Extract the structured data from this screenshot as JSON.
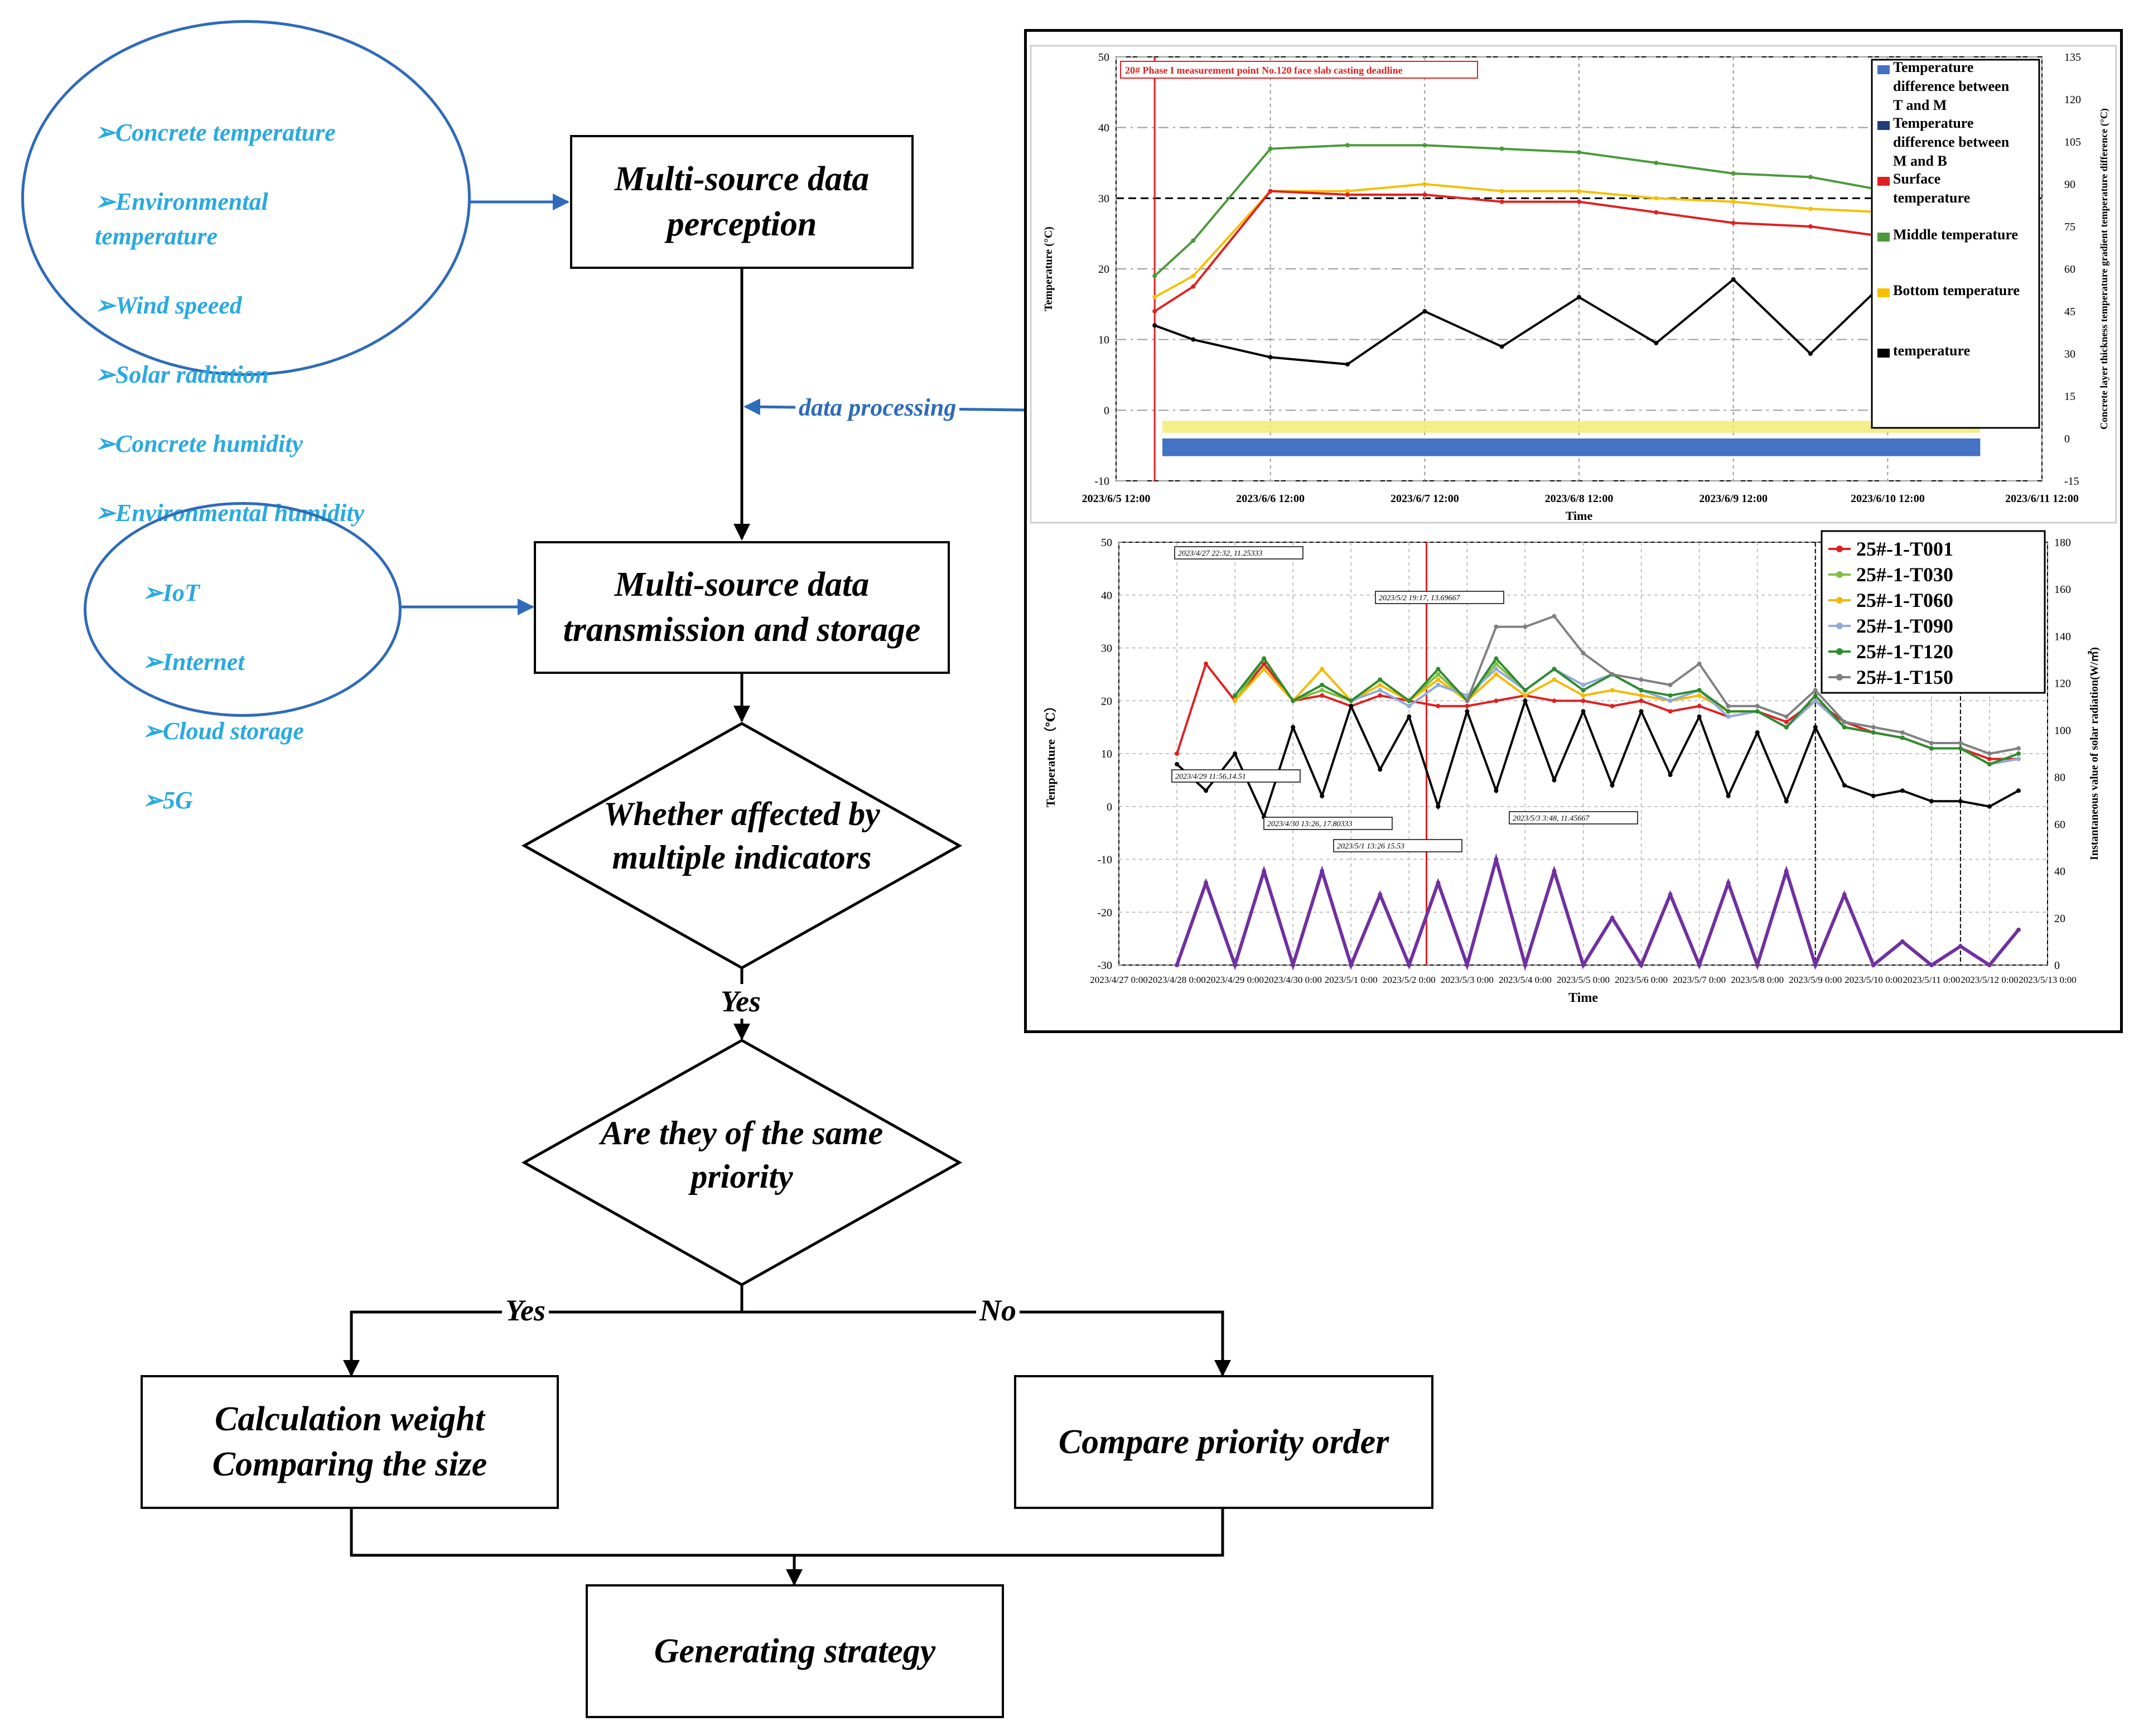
{
  "sources": {
    "sensor_items": [
      "➢Concrete temperature",
      "➢Environmental\ntemperature",
      "➢Wind speeed",
      "➢Solar radiation",
      "➢Concrete humidity",
      "➢Environmental humidity"
    ],
    "network_items": [
      "➢IoT",
      "➢Internet",
      "➢Cloud storage",
      "➢5G"
    ]
  },
  "flow": {
    "perception": "Multi-source data\nperception",
    "transmission": "Multi-source data\ntransmission and storage",
    "decision1": "Whether affected by\nmultiple indicators",
    "yes1": "Yes",
    "decision2": "Are they of the same\npriority",
    "yes2": "Yes",
    "no2": "No",
    "calc": "Calculation weight\nComparing the size",
    "compare": "Compare priority order",
    "generate": "Generating strategy",
    "processing": "data processing"
  },
  "colors": {
    "arrow_blue": "#2e6bb8",
    "list_blue": "#2aa9e0",
    "red": "#e02020",
    "green": "#4a9a3a",
    "yellow": "#f5c000",
    "bar_blue": "#4472c4",
    "purple": "#7030a0"
  },
  "chart_data": [
    {
      "type": "line",
      "annotation": "20# Phase I measurement point No.120 face slab casting deadline",
      "xlabel": "Time",
      "ylabel": "Temperature (°C)",
      "ylabel_right": "Concrete layer thickness temperature gradient temperature difference (°C)",
      "x_ticks": [
        "2023/6/5 12:00",
        "2023/6/6 12:00",
        "2023/6/7 12:00",
        "2023/6/8 12:00",
        "2023/6/9 12:00",
        "2023/6/10 12:00",
        "2023/6/11 12:00"
      ],
      "y_ticks": [
        "-10",
        "0",
        "10",
        "20",
        "30",
        "40",
        "50"
      ],
      "y2_ticks": [
        "-15",
        "0",
        "15",
        "30",
        "45",
        "60",
        "75",
        "90",
        "105",
        "120",
        "135"
      ],
      "ylim": [
        -10,
        50
      ],
      "y2lim": [
        -15,
        135
      ],
      "legend": [
        "Temperature difference between T and M",
        "Temperature difference between M and B",
        "Surface temperature",
        "Middle temperature",
        "Bottom temperature",
        "temperature"
      ],
      "x": [
        0.25,
        0.5,
        1.0,
        1.5,
        2.0,
        2.5,
        3.0,
        3.5,
        4.0,
        4.5,
        5.0,
        5.25
      ],
      "series": [
        {
          "name": "Middle temperature",
          "values": [
            19,
            24,
            37,
            37.5,
            37.5,
            37,
            36.5,
            35,
            33.5,
            33,
            31,
            31
          ]
        },
        {
          "name": "Bottom temperature",
          "values": [
            16,
            19,
            31,
            31,
            32,
            31,
            31,
            30,
            29.5,
            28.5,
            28,
            28.5
          ]
        },
        {
          "name": "Surface temperature",
          "values": [
            14,
            17.5,
            31,
            30.5,
            30.5,
            29.5,
            29.5,
            28,
            26.5,
            26,
            24.5,
            26.5
          ]
        },
        {
          "name": "temperature",
          "values": [
            12,
            10,
            7.5,
            6.5,
            14,
            9,
            16,
            9.5,
            18.5,
            8,
            18.5,
            17.5
          ]
        }
      ]
    },
    {
      "type": "line",
      "xlabel": "Time",
      "ylabel": "Temperature（℃）",
      "ylabel_right": "Instantaneous value of solar radiation(W/㎡)",
      "x_ticks": [
        "2023/4/27 0:00",
        "2023/4/28 0:00",
        "2023/4/29 0:00",
        "2023/4/30 0:00",
        "2023/5/1 0:00",
        "2023/5/2 0:00",
        "2023/5/3 0:00",
        "2023/5/4 0:00",
        "2023/5/5 0:00",
        "2023/5/6 0:00",
        "2023/5/7 0:00",
        "2023/5/8 0:00",
        "2023/5/9 0:00",
        "2023/5/10 0:00",
        "2023/5/11 0:00",
        "2023/5/12 0:00",
        "2023/5/13 0:00"
      ],
      "y_ticks": [
        "-30",
        "-20",
        "-10",
        "0",
        "10",
        "20",
        "30",
        "40",
        "50"
      ],
      "y2_ticks": [
        "0",
        "20",
        "40",
        "60",
        "80",
        "100",
        "120",
        "140",
        "160",
        "180"
      ],
      "ylim": [
        -30,
        50
      ],
      "y2lim": [
        0,
        180
      ],
      "annotations": [
        "2023/4/27 22:32, 11.25333",
        "2023/5/2 19:17, 13.69667",
        "2023/4/29 11:56,14.51",
        "2023/4/30 13:26, 17.80333",
        "2023/5/1 13:26 15.53",
        "2023/5/3 3:48, 11.45667"
      ],
      "legend": [
        "25#-1-T001",
        "25#-1-T030",
        "25#-1-T060",
        "25#-1-T090",
        "25#-1-T120",
        "25#-1-T150"
      ],
      "x": [
        1.0,
        1.5,
        2.0,
        2.5,
        3.0,
        3.5,
        4.0,
        4.5,
        5.0,
        5.5,
        6.0,
        6.5,
        7.0,
        7.5,
        8.0,
        8.5,
        9.0,
        9.5,
        10.0,
        10.5,
        11.0,
        11.5,
        12.0,
        12.5,
        13.0,
        13.5,
        14.0,
        14.5,
        15.0,
        15.5
      ],
      "series": [
        {
          "name": "25#-1-T001",
          "values": [
            10,
            27,
            20,
            27,
            20,
            21,
            19,
            21,
            20,
            19,
            19,
            20,
            21,
            20,
            20,
            19,
            20,
            18,
            19,
            17,
            18,
            16,
            20,
            16,
            14,
            13,
            11,
            11,
            9,
            9
          ]
        },
        {
          "name": "25#-1-T030",
          "values": [
            null,
            null,
            20,
            28,
            20,
            22,
            20,
            24,
            20,
            25,
            20,
            27,
            22,
            26,
            22,
            25,
            22,
            20,
            22,
            18,
            18,
            15,
            20,
            15,
            14,
            13,
            11,
            11,
            8,
            10
          ]
        },
        {
          "name": "25#-1-T060",
          "values": [
            null,
            null,
            20,
            26,
            20,
            26,
            20,
            23,
            20,
            24,
            20,
            25,
            21,
            24,
            21,
            22,
            21,
            20,
            21,
            18,
            18,
            15,
            20,
            15,
            14,
            13,
            11,
            11,
            8,
            9
          ]
        },
        {
          "name": "25#-1-T090",
          "values": [
            null,
            null,
            null,
            null,
            null,
            null,
            20,
            22,
            19,
            23,
            21,
            26,
            22,
            26,
            23,
            25,
            22,
            20,
            22,
            17,
            18,
            15,
            20,
            15,
            14,
            13,
            11,
            11,
            8,
            9
          ]
        },
        {
          "name": "25#-1-T120",
          "values": [
            null,
            null,
            21,
            28,
            20,
            23,
            20,
            24,
            20,
            26,
            20,
            28,
            22,
            26,
            22,
            25,
            22,
            21,
            22,
            18,
            18,
            15,
            21,
            15,
            14,
            13,
            11,
            11,
            8,
            10
          ]
        },
        {
          "name": "25#-1-T150",
          "values": [
            null,
            null,
            null,
            null,
            null,
            null,
            null,
            null,
            null,
            null,
            20,
            34,
            34,
            36,
            29,
            25,
            24,
            23,
            27,
            19,
            19,
            17,
            22,
            16,
            15,
            14,
            12,
            12,
            10,
            11
          ]
        },
        {
          "name": "temperature",
          "values": [
            8,
            3,
            10,
            -2,
            15,
            2,
            19,
            7,
            17,
            0,
            18,
            3,
            20,
            5,
            18,
            4,
            18,
            6,
            17,
            2,
            14,
            1,
            15,
            4,
            2,
            3,
            1,
            1,
            0,
            3
          ]
        },
        {
          "name": "solar radiation",
          "values": [
            0,
            35,
            0,
            40,
            0,
            40,
            0,
            30,
            0,
            35,
            0,
            45,
            0,
            40,
            0,
            20,
            0,
            30,
            0,
            35,
            0,
            40,
            0,
            30,
            0,
            10,
            0,
            8,
            0,
            15
          ]
        }
      ]
    }
  ]
}
